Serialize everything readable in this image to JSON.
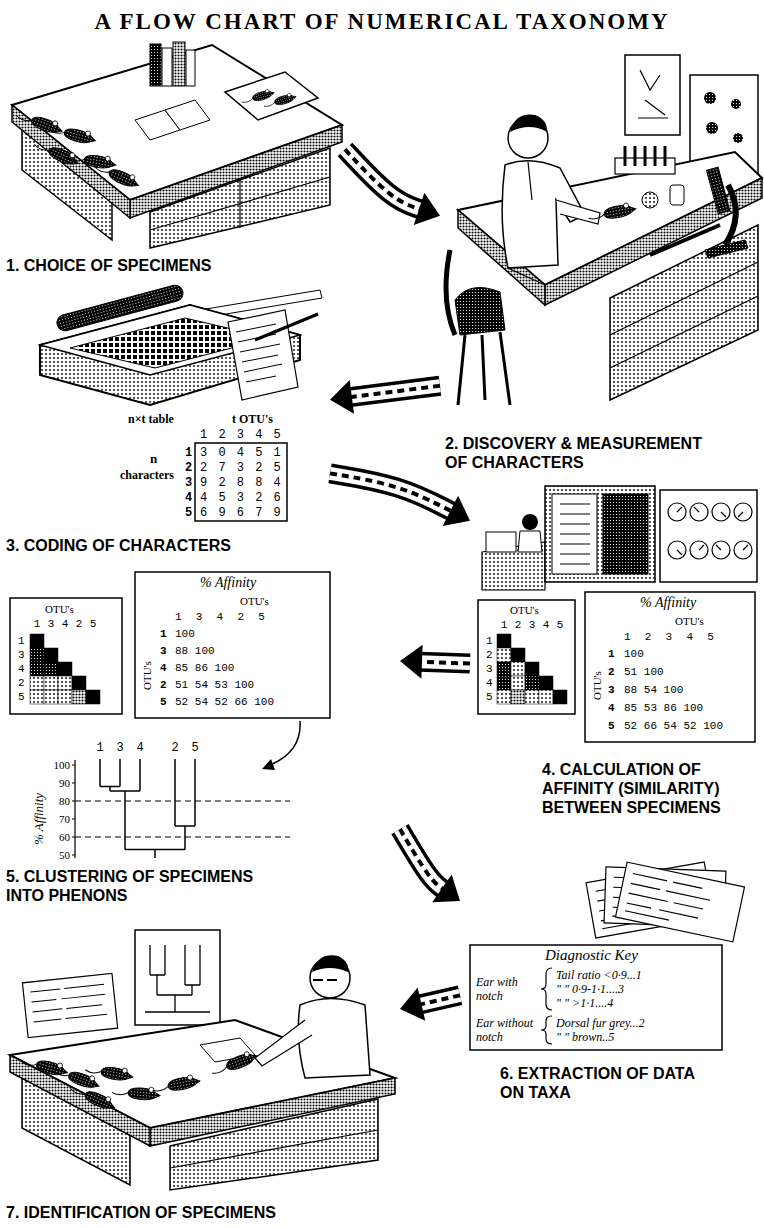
{
  "diagram": {
    "title": "A FLOW CHART OF NUMERICAL TAXONOMY",
    "nodes": [
      {
        "text": [
          "1. CHOICE OF SPECIMENS"
        ]
      },
      {
        "text": [
          "2. DISCOVERY & MEASUREMENT OF CHARACTERS"
        ]
      },
      {
        "text": [
          "3. CODING OF CHARACTERS"
        ]
      },
      {
        "text": [
          "4. CALCULATION OF AFFINITY (SIMILARITY) BETWEEN SPECIMENS"
        ]
      },
      {
        "text": [
          "5. CLUSTERING OF SPECIMENS INTO PHENONS"
        ]
      },
      {
        "text": [
          "6. EXTRACTION OF DATA ON TAXA"
        ]
      },
      {
        "text": [
          "7. IDENTIFICATION OF SPECIMENS"
        ]
      }
    ],
    "edges": [
      {
        "from": 0,
        "to": 1,
        "arrow": "to"
      },
      {
        "from": 1,
        "to": 2,
        "arrow": "to"
      },
      {
        "from": 2,
        "to": 3,
        "arrow": "to"
      },
      {
        "from": 3,
        "to": 4,
        "arrow": "to"
      },
      {
        "from": 4,
        "to": 5,
        "arrow": "to"
      },
      {
        "from": 5,
        "to": 6,
        "arrow": "to"
      }
    ],
    "labels": [
      "n×t table",
      "t OTU's",
      "1 2 3 4 5",
      "n",
      "characters",
      "1",
      "2",
      "3",
      "4",
      "5",
      "3 0 4 5 1",
      "2 7 3 2 5",
      "9 2 8 8 4",
      "4 5 3 2 6",
      "6 9 6 7 9",
      "OTU's",
      "1 2 3 4 5",
      "1",
      "2",
      "3",
      "4",
      "5",
      "% Affinity",
      "OTU's",
      "OTU's",
      "1 2 3 4 5",
      "1",
      "2",
      "3",
      "4",
      "5",
      "100",
      "51 100",
      "88 54 100",
      "85 53 86 100",
      "52 66 54 52 100",
      "OTU's",
      "1 3 4 2 5",
      "1",
      "3",
      "4",
      "2",
      "5",
      "% Affinity",
      "OTU's",
      "OTU's",
      "1 3 4 2 5",
      "1",
      "3",
      "4",
      "2",
      "5",
      "100",
      "88 100",
      "85 86 100",
      "51 54 53 100",
      "52 54 52 66 100",
      "1 3 4",
      "2 5",
      "% Affinity",
      "100",
      "90",
      "80",
      "70",
      "60",
      "50",
      "Diagnostic Key",
      "Ear with notch",
      "Tail ratio <0·9...1",
      "\" \" 0·9-1·1....3",
      "\" \" >1·1....4",
      "Ear without notch",
      "Dorsal fur grey...2",
      "\" \" brown..5"
    ]
  }
}
